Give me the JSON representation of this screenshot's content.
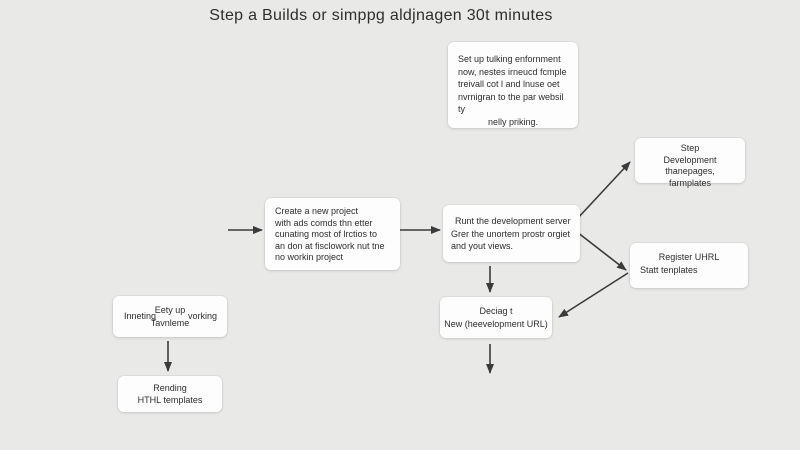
{
  "title": "Step a Builds or simppg aldjnagen 30t minutes",
  "colors": {
    "background": "#e9e9e8",
    "box_background": "#fdfdfd",
    "text": "#2d2d2d",
    "arrow": "#3b3b3b"
  },
  "boxes": {
    "setup_note": {
      "lines": [
        "Set up tulking enfornment",
        "now, nestes irneucd fcmple",
        "treivall cot l and lnuse oet",
        "nvrnigran to the par websil ty",
        "nelly priking."
      ]
    },
    "create_project": {
      "lines": [
        "Create a new project",
        "with ads comds thn etter",
        "cunating most of lrctios to",
        "an don at fisclowork nut tne",
        "no workin project"
      ]
    },
    "run_server": {
      "lines": [
        "Runt the development server",
        "Grer the unortem prostr orgiet",
        "and yout views."
      ]
    },
    "step_development": {
      "lines": [
        "Step",
        "Development thanepages,",
        "farmplates"
      ]
    },
    "register_url": {
      "lines": [
        "Register UHRL",
        "Statt tenplates"
      ]
    },
    "deploy": {
      "lines": [
        "Deciag t",
        "New (heevelopment URL)"
      ]
    },
    "setup_working": {
      "word_top": "Eety up",
      "word_left": "Inneting",
      "word_right": "vorking",
      "word_bottom": "Tavnleme"
    },
    "render_templates": {
      "lines": [
        "Rending",
        "HTHL templates"
      ]
    }
  }
}
